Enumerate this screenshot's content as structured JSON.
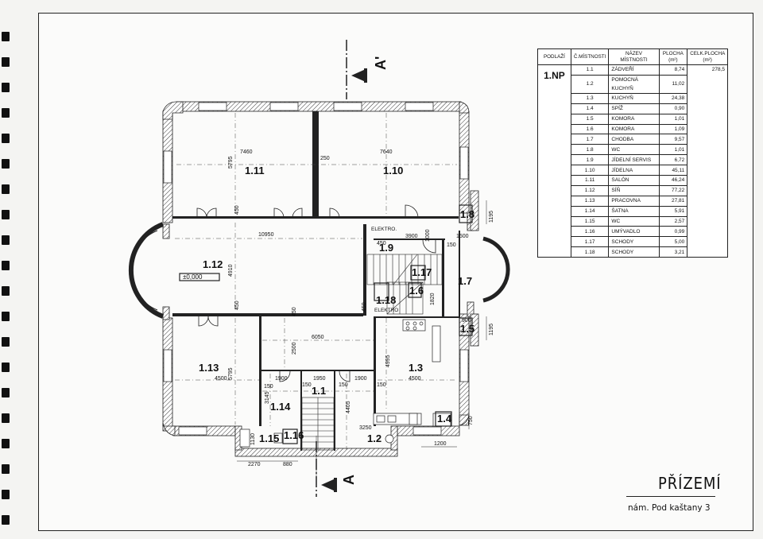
{
  "drawing": {
    "title": "PŘÍZEMÍ",
    "subtitle": "nám. Pod kaštany 3"
  },
  "table": {
    "headers": [
      "PODLAŽÍ",
      "Č.MÍSTNOSTI",
      "NÁZEV MÍSTNOSTI",
      "PLOCHA (m²)",
      "CELK.PLOCHA (m²)"
    ],
    "floor": "1.NP",
    "total": "278,5",
    "rows": [
      {
        "no": "1.1",
        "name": "ZÁDVEŘÍ",
        "area": "8,74"
      },
      {
        "no": "1.2",
        "name": "POMOCNÁ KUCHYŇ",
        "area": "11,02"
      },
      {
        "no": "1.3",
        "name": "KUCHYŇ",
        "area": "24,38"
      },
      {
        "no": "1.4",
        "name": "SPÍŽ",
        "area": "0,90"
      },
      {
        "no": "1.5",
        "name": "KOMORA",
        "area": "1,01"
      },
      {
        "no": "1.6",
        "name": "KOMORA",
        "area": "1,09"
      },
      {
        "no": "1.7",
        "name": "CHODBA",
        "area": "9,57"
      },
      {
        "no": "1.8",
        "name": "WC",
        "area": "1,01"
      },
      {
        "no": "1.9",
        "name": "JÍDELNÍ SERVIS",
        "area": "6,72"
      },
      {
        "no": "1.10",
        "name": "JÍDELNA",
        "area": "45,11"
      },
      {
        "no": "1.11",
        "name": "SALÓN",
        "area": "46,24"
      },
      {
        "no": "1.12",
        "name": "SÍŇ",
        "area": "77,22"
      },
      {
        "no": "1.13",
        "name": "PRACOVNA",
        "area": "27,81"
      },
      {
        "no": "1.14",
        "name": "ŠATNA",
        "area": "5,91"
      },
      {
        "no": "1.15",
        "name": "WC",
        "area": "2,57"
      },
      {
        "no": "1.16",
        "name": "UMÝVADLO",
        "area": "0,99"
      },
      {
        "no": "1.17",
        "name": "SCHODY",
        "area": "5,00"
      },
      {
        "no": "1.18",
        "name": "SCHODY",
        "area": "3,21"
      }
    ]
  },
  "rooms": {
    "r111": "1.11",
    "r110": "1.10",
    "r112": "1.12",
    "r113": "1.13",
    "r114": "1.14",
    "r115": "1.15",
    "r116": "1.16",
    "r11": "1.1",
    "r12": "1.2",
    "r13": "1.3",
    "r14": "1.4",
    "r15": "1.5",
    "r16": "1.6",
    "r17": "1.7",
    "r18": "1.8",
    "r19": "1.9",
    "r117": "1.17",
    "r118": "1.18"
  },
  "labels": {
    "level": "±0,000",
    "elektro1": "ELEKTRO.",
    "elektro2": "ELEKTRO",
    "sectionA": "A",
    "sectionA2": "A'"
  },
  "dims": {
    "d7460": "7460",
    "d7640": "7640",
    "d5795a": "5795",
    "d250": "250",
    "d450a": "450",
    "d10950": "10950",
    "d4910": "4910",
    "d450b": "450",
    "d450c": "450",
    "d3900": "3900",
    "d1000": "1000",
    "d150a": "150",
    "d1500": "1500",
    "d1195a": "1195",
    "d1820": "1820",
    "d900": "900",
    "d1195b": "1195",
    "d6050": "6050",
    "d2500": "2500",
    "d4500a": "4500",
    "d5795b": "5795",
    "d1900a": "1900",
    "d1950": "1950",
    "d1900b": "1900",
    "d150b": "150",
    "d150c": "150",
    "d150d": "150",
    "d150e": "150",
    "d3145": "3145",
    "d4405": "4405",
    "d4995": "4995",
    "d4500b": "4500",
    "d3250": "3250",
    "d1130": "1130",
    "d2270": "2270",
    "d880": "880",
    "d1200": "1200",
    "d750": "750",
    "d450d": "450",
    "d450e": "450"
  }
}
